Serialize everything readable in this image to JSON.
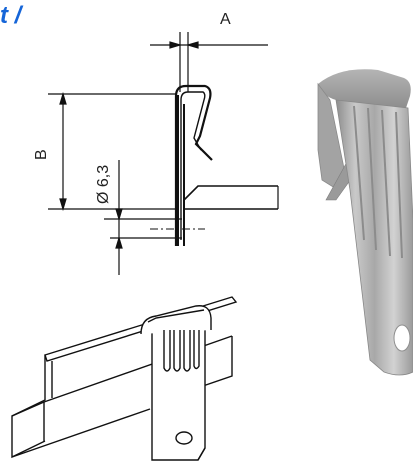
{
  "header": {
    "text": "t /",
    "color": "#1565d8"
  },
  "dimensions": {
    "a_label": "A",
    "b_label": "B",
    "diameter_label": "Ø 6,3"
  },
  "figures": [
    {
      "name": "technical-cross-section-drawing"
    },
    {
      "name": "isometric-clip-on-angle-drawing"
    },
    {
      "name": "clip-photo"
    }
  ]
}
